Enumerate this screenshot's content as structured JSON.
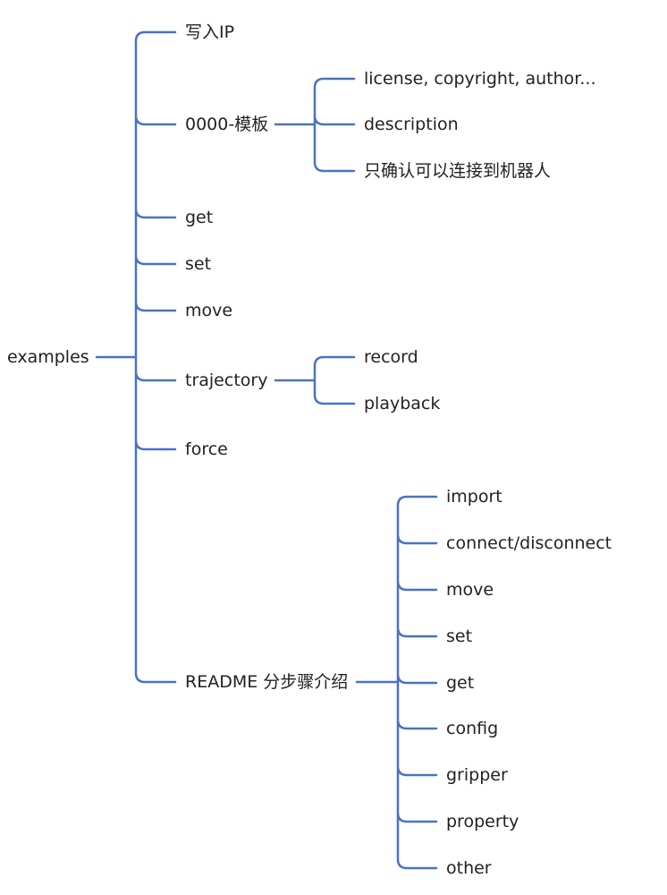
{
  "mindmap": {
    "line_color": "#4a72c4",
    "root": "examples",
    "children": [
      {
        "label": "写入IP",
        "children": []
      },
      {
        "label": "0000-模板",
        "children": [
          "license, copyright, author...",
          "description",
          "只确认可以连接到机器人"
        ]
      },
      {
        "label": "get",
        "children": []
      },
      {
        "label": "set",
        "children": []
      },
      {
        "label": "move",
        "children": []
      },
      {
        "label": "trajectory",
        "children": [
          "record",
          "playback"
        ]
      },
      {
        "label": "force",
        "children": []
      },
      {
        "label": "README 分步骤介绍",
        "children": [
          "import",
          "connect/disconnect",
          "move",
          "set",
          "get",
          "config",
          "gripper",
          "property",
          "other"
        ]
      }
    ]
  }
}
